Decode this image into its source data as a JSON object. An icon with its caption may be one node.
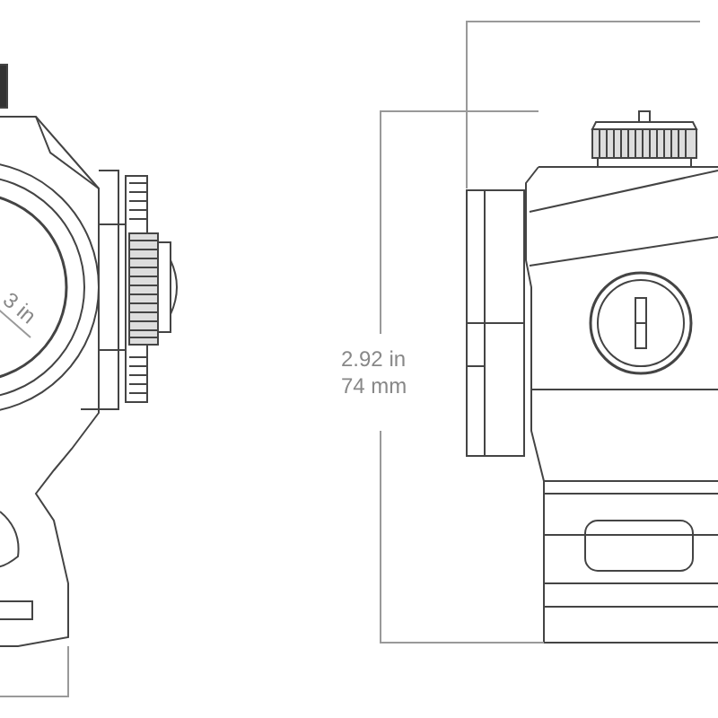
{
  "diagram": {
    "labels": [
      "3 in",
      "2.92 in",
      "74 mm"
    ]
  }
}
